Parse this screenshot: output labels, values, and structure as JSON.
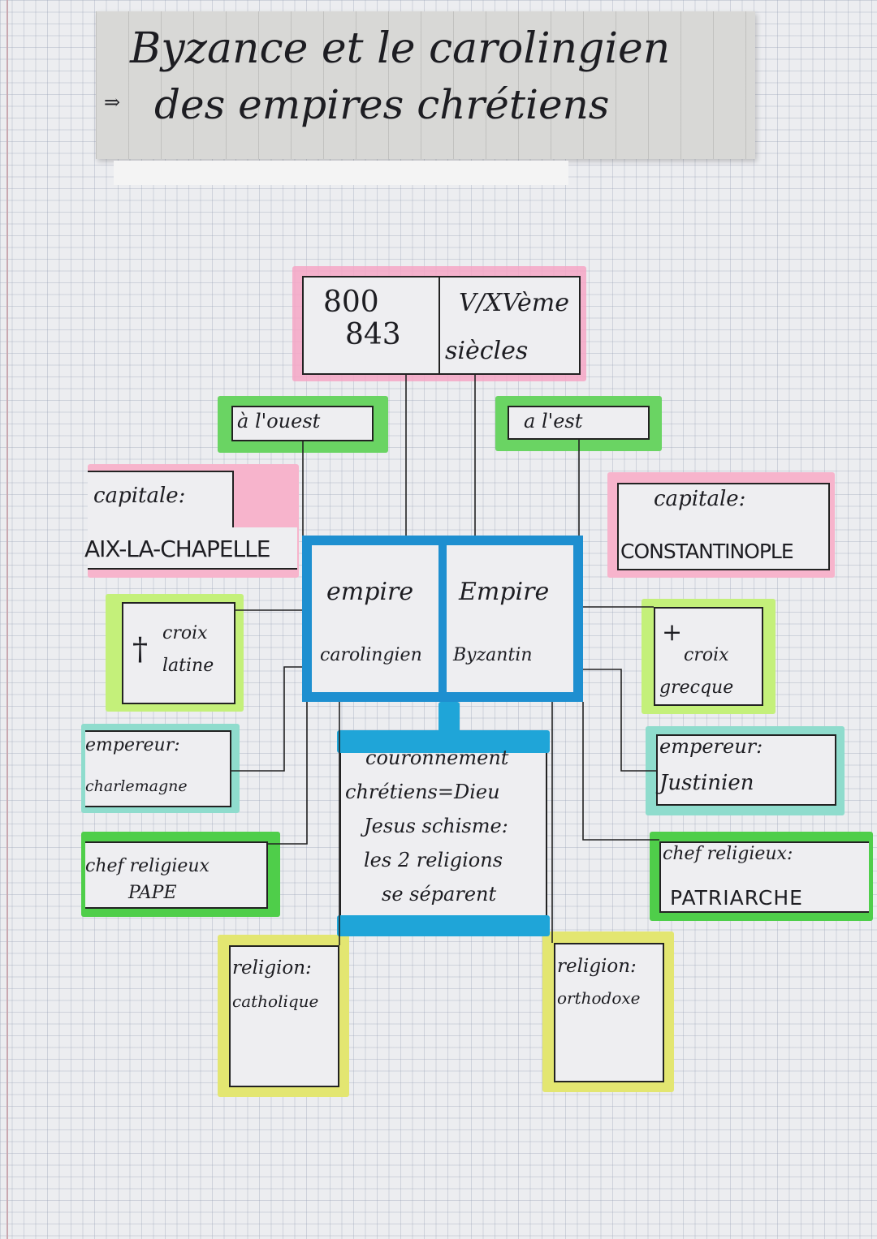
{
  "title": {
    "line1": "Byzance et le carolingien",
    "line2": "des empires chrétiens",
    "arrow": "⇒"
  },
  "dates": {
    "left": "800\n843",
    "left_l1": "800",
    "left_l2": "843",
    "right_l1": "V/XVème",
    "right_l2": "siècles"
  },
  "west": "à l'ouest",
  "east": "a l'est",
  "left": {
    "capital_label": "capitale:",
    "capital": "AIX-LA-CHAPELLE",
    "empire_l1": "empire",
    "empire_l2": "carolingien",
    "cross_symbol": "†",
    "cross_l1": "croix",
    "cross_l2": "latine",
    "emperor_label": "empereur:",
    "emperor": "charlemagne",
    "religious_label": "chef religieux",
    "religious": "PAPE",
    "religion_label": "religion:",
    "religion": "catholique"
  },
  "right": {
    "capital_label": "capitale:",
    "capital": "CONSTANTINOPLE",
    "empire_l1": "Empire",
    "empire_l2": "Byzantin",
    "cross_symbol": "+",
    "cross_l1": "croix",
    "cross_l2": "grecque",
    "emperor_label": "empereur:",
    "emperor": "Justinien",
    "religious_label": "chef religieux:",
    "religious": "PATRIARCHE",
    "religion_label": "religion:",
    "religion": "orthodoxe"
  },
  "center_note": [
    "couronnement",
    "chrétiens=Dieu",
    "Jesus schisme:",
    "les 2 religions",
    "se séparent"
  ],
  "colors": {
    "pink": "#f08cb4",
    "green": "#5fd05a",
    "lime": "#b8ee70",
    "teal": "#7fd6c8",
    "blue": "#1e8fd0",
    "yellow": "#dfe46a"
  }
}
